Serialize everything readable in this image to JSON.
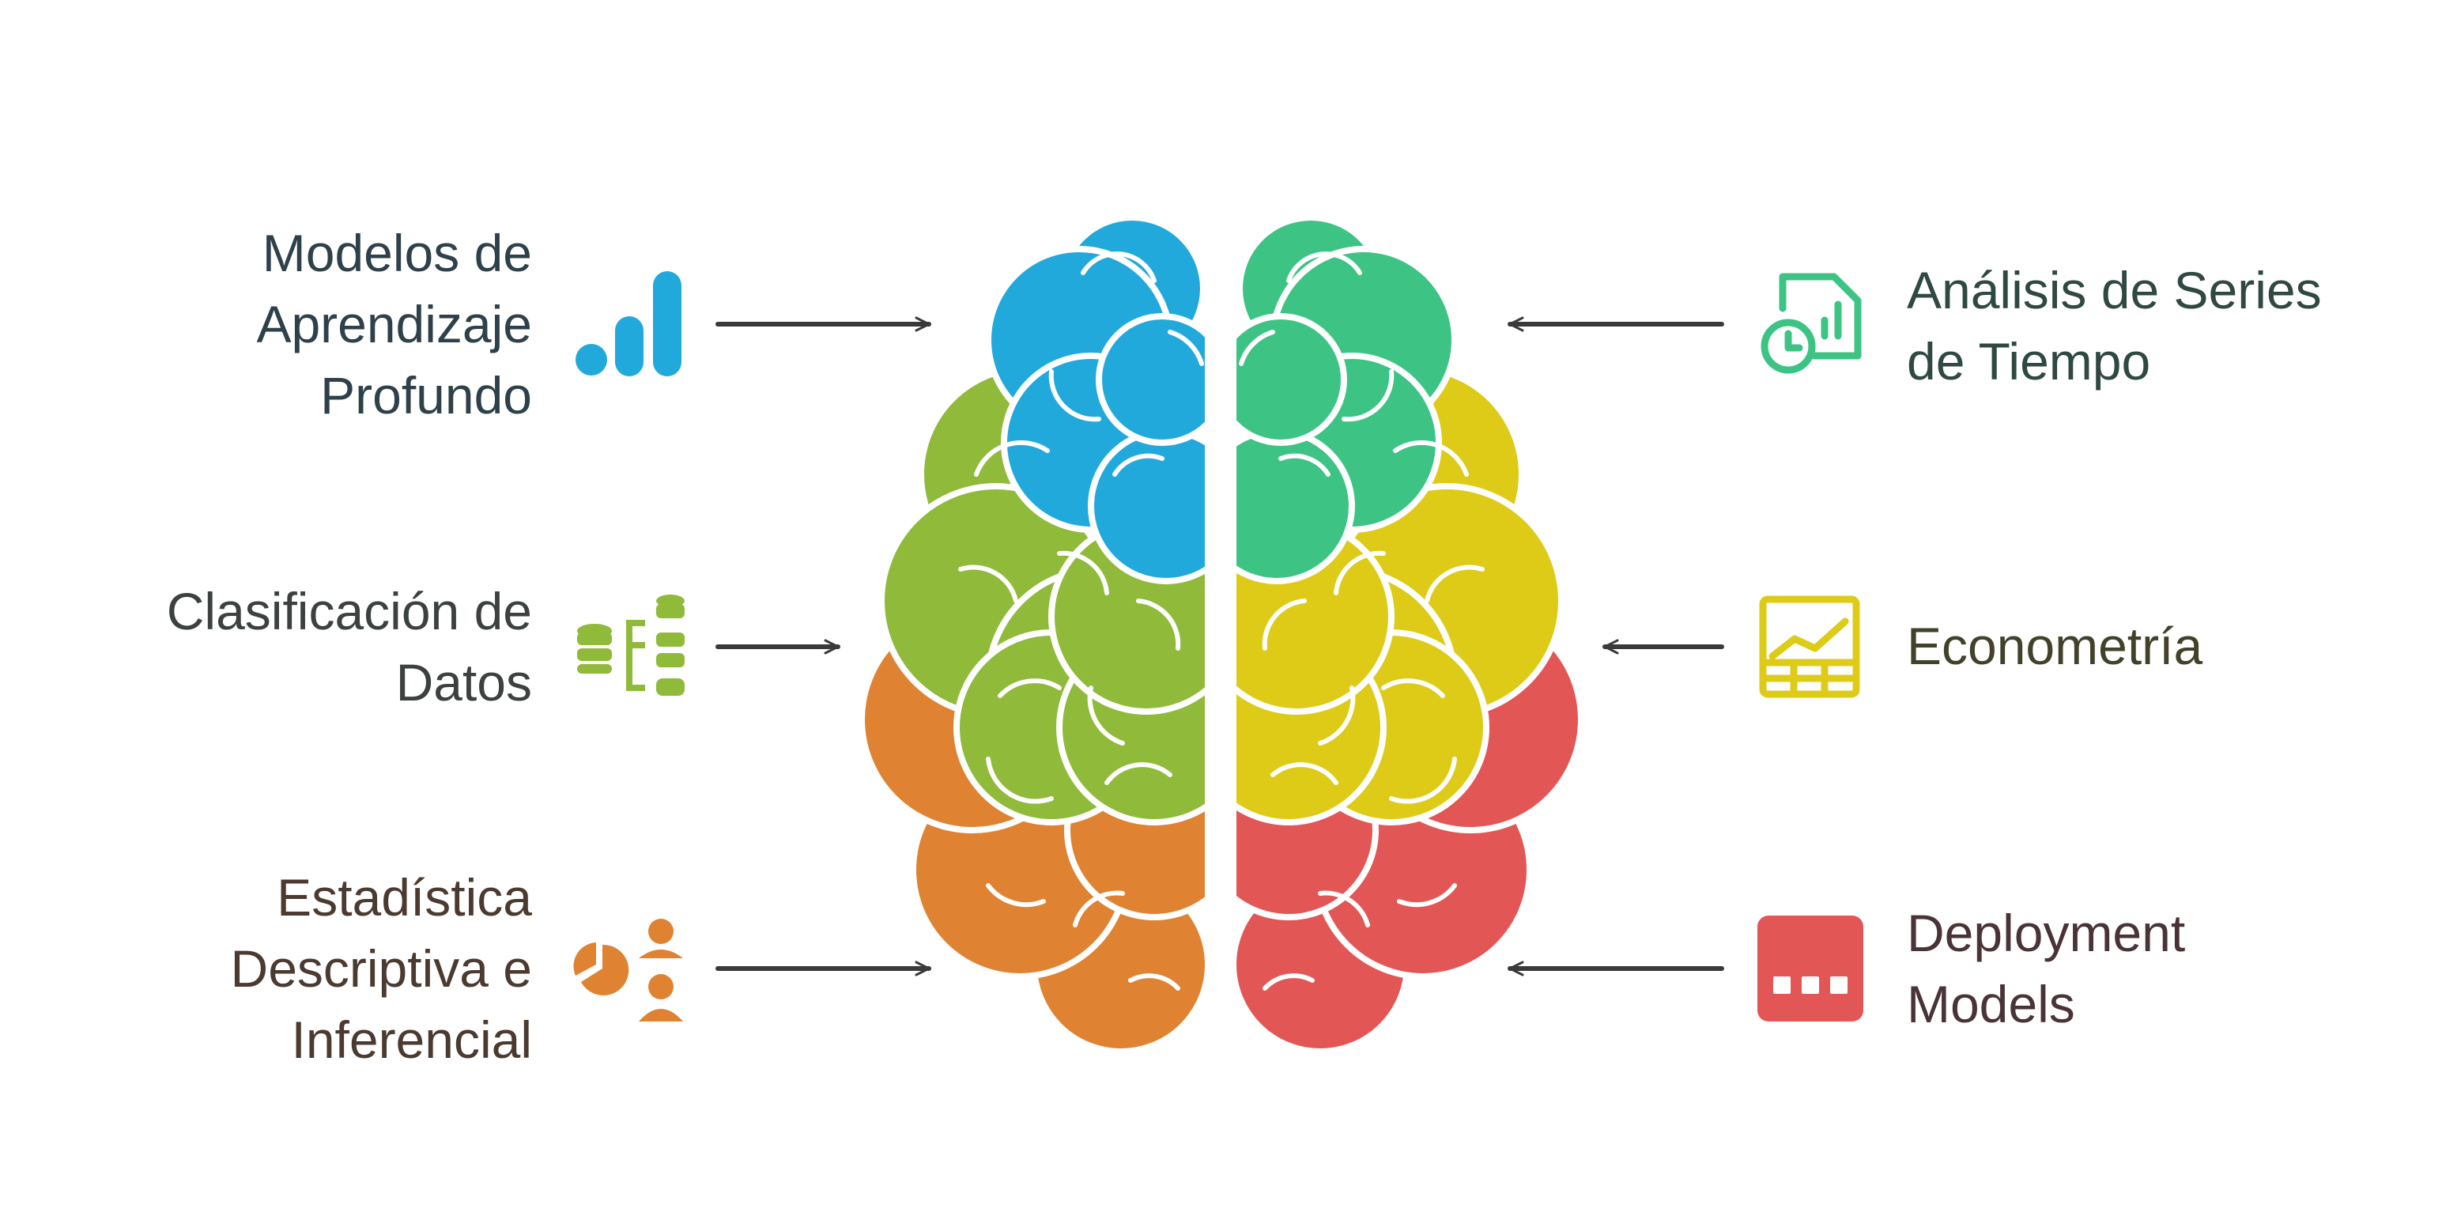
{
  "colors": {
    "blue": "#22A9DB",
    "green_left": "#8FBA3A",
    "orange": "#DF8332",
    "teal": "#3DC485",
    "yellow": "#DDCB18",
    "red": "#E35656",
    "arrow": "#3A3A3A",
    "text_blue": "#2E4049",
    "text_green": "#3C4140",
    "text_orange": "#4B3A30",
    "text_teal": "#2F4842",
    "text_yellow": "#42412A",
    "text_red": "#4A3336"
  },
  "items": [
    {
      "side": "left",
      "lines": [
        "Modelos de",
        "Aprendizaje",
        "Profundo"
      ],
      "icon": "bar-chart-icon",
      "color": "blue"
    },
    {
      "side": "left",
      "lines": [
        "Clasificación de",
        "Datos"
      ],
      "icon": "database-classification-icon",
      "color": "green_left"
    },
    {
      "side": "left",
      "lines": [
        "Estadística",
        "Descriptiva e",
        "Inferencial"
      ],
      "icon": "pie-chart-people-icon",
      "color": "orange"
    },
    {
      "side": "right",
      "lines": [
        "Análisis de Series",
        "de Tiempo"
      ],
      "icon": "time-series-report-icon",
      "color": "teal"
    },
    {
      "side": "right",
      "lines": [
        "Econometría"
      ],
      "icon": "growth-chart-icon",
      "color": "yellow"
    },
    {
      "side": "right",
      "lines": [
        "Deployment",
        "Models"
      ],
      "icon": "deployment-dots-icon",
      "color": "red"
    }
  ]
}
